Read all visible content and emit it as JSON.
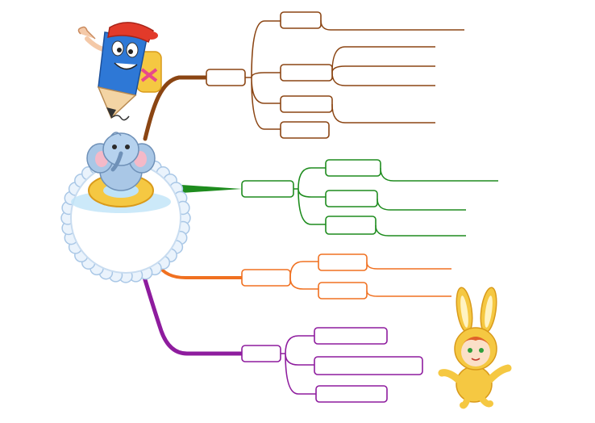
{
  "diagram": {
    "type": "mind-map",
    "center_node": {
      "label": "",
      "illustration": "elephant-in-swim-ring"
    },
    "decorations": [
      "pencil-mascot",
      "bunny-child"
    ],
    "branches": [
      {
        "name": "brown-branch",
        "color": "#8B4513",
        "label": "",
        "subnodes": [
          {
            "label": "",
            "leaves": 1
          },
          {
            "label": "",
            "leaves": 3
          },
          {
            "label": "",
            "leaves": 1
          },
          {
            "label": "",
            "leaves": 0
          }
        ]
      },
      {
        "name": "green-branch",
        "color": "#1E8C1E",
        "label": "",
        "subnodes": [
          {
            "label": "",
            "leaves": 1
          },
          {
            "label": "",
            "leaves": 1
          },
          {
            "label": "",
            "leaves": 1
          }
        ]
      },
      {
        "name": "orange-branch",
        "color": "#F07020",
        "label": "",
        "subnodes": [
          {
            "label": "",
            "leaves": 1
          },
          {
            "label": "",
            "leaves": 1
          }
        ]
      },
      {
        "name": "purple-branch",
        "color": "#8E1C9E",
        "label": "",
        "subnodes": [
          {
            "label": "",
            "leaves": 0
          },
          {
            "label": "",
            "leaves": 0
          },
          {
            "label": "",
            "leaves": 0
          }
        ]
      }
    ]
  }
}
